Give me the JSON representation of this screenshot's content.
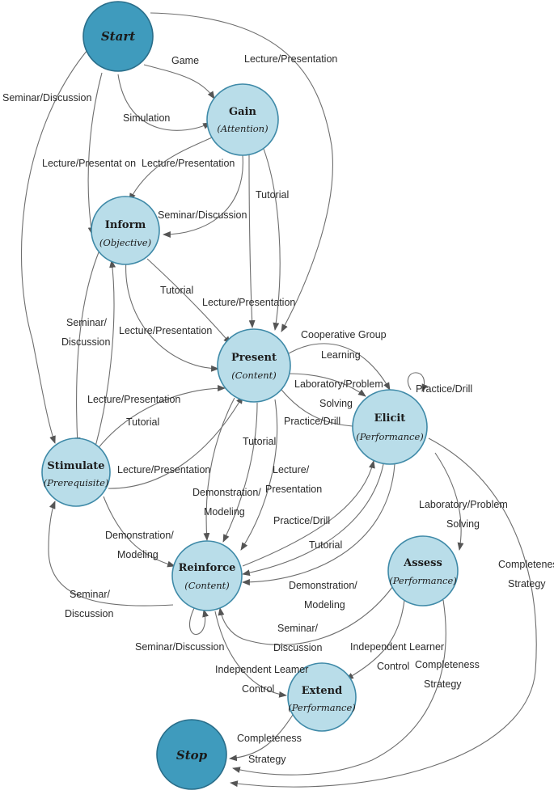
{
  "nodes": {
    "start": {
      "title": "Start"
    },
    "gain": {
      "title": "Gain",
      "subtitle": "(Attention)"
    },
    "inform": {
      "title": "Inform",
      "subtitle": "(Objective)"
    },
    "present": {
      "title": "Present",
      "subtitle": "(Content)"
    },
    "elicit": {
      "title": "Elicit",
      "subtitle": "(Performance)"
    },
    "stimulate": {
      "title": "Stimulate",
      "subtitle": "(Prerequisite)"
    },
    "reinforce": {
      "title": "Reinforce",
      "subtitle": "(Content)"
    },
    "assess": {
      "title": "Assess",
      "subtitle": "(Performance)"
    },
    "extend": {
      "title": "Extend",
      "subtitle": "(Performance)"
    },
    "stop": {
      "title": "Stop"
    }
  },
  "edge_labels": {
    "start_gain_game": "Game",
    "start_present_lecture": "Lecture/Presentation",
    "start_stimulate_seminar": "Seminar/Discussion",
    "start_gain_simulation": "Simulation",
    "start_inform_lecture": "Lecture/Presentat on",
    "gain_inform_lecture": "Lecture/Presentation",
    "gain_present_tutorial": "Tutorial",
    "gain_inform_seminar": "Seminar/Discussion",
    "inform_present_tutorial": "Tutorial",
    "gain_present_lecture": "Lecture/Presentation",
    "inform_present_lecture": "Lecture/Presentation",
    "stimulate_inform_seminar_1": "Seminar/",
    "stimulate_inform_seminar_2": "Discussion",
    "present_elicit_coop_1": "Cooperative Group",
    "present_elicit_coop_2": "Learning",
    "present_elicit_lab_1": "Laboratory/Problem",
    "present_elicit_lab_2": "Solving",
    "elicit_self_practice": "Practice/Drill",
    "present_elicit_practice": "Practice/Drill",
    "stimulate_present_lecture": "Lecture/Presentation",
    "stimulate_present_tutorial": "Tutorial",
    "present_reinforce_tutorial": "Tutorial",
    "stimulate_present_lecture_2": "Lecture/Presentation",
    "present_reinforce_lecture_1": "Lecture/",
    "present_reinforce_lecture_2": "Presentation",
    "present_reinforce_demo_1": "Demonstration/",
    "present_reinforce_demo_2": "Modeling",
    "reinforce_elicit_practice": "Practice/Drill",
    "elicit_assess_lab_1": "Laboratory/Problem",
    "elicit_assess_lab_2": "Solving",
    "stimulate_reinforce_demo_1": "Demonstration/",
    "stimulate_reinforce_demo_2": "Modeling",
    "elicit_reinforce_tutorial": "Tutorial",
    "elicit_stop_complete_1": "Completeness",
    "elicit_stop_complete_2": "Strategy",
    "reinforce_stimulate_seminar_1": "Seminar/",
    "reinforce_stimulate_seminar_2": "Discussion",
    "elicit_reinforce_demo_1": "Demonstration/",
    "elicit_reinforce_demo_2": "Modeling",
    "assess_reinforce_seminar_1": "Seminar/",
    "assess_reinforce_seminar_2": "Discussion",
    "reinforce_self_seminar": "Seminar/Discussion",
    "assess_extend_ilc_1": "Independent Learner",
    "assess_extend_ilc_2": "Control",
    "assess_stop_complete_1": "Completeness",
    "assess_stop_complete_2": "Strategy",
    "reinforce_extend_ilc_1": "Independent Leamer",
    "reinforce_extend_ilc_2": "Control",
    "extend_stop_complete_1": "Completeness",
    "extend_stop_complete_2": "Strategy"
  }
}
